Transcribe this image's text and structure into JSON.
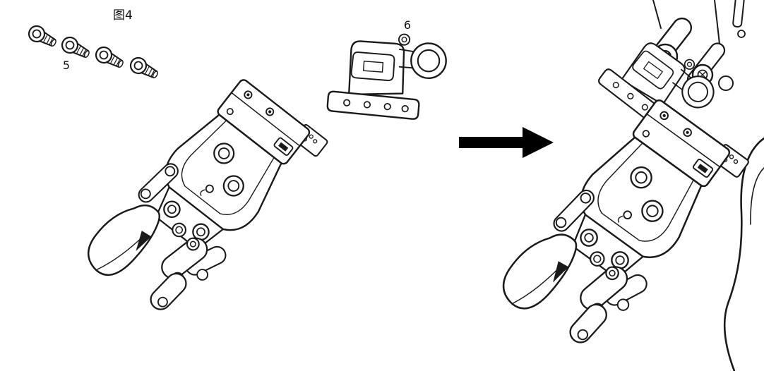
{
  "figure": {
    "title": "图4",
    "parts": {
      "screws": {
        "label": "5"
      },
      "bracket": {
        "label": "6"
      }
    }
  },
  "colors": {
    "ink": "#1a1a1a",
    "arrow": "#000000",
    "background": "#ffffff"
  }
}
